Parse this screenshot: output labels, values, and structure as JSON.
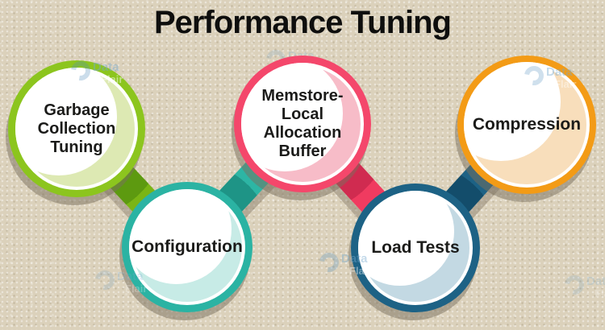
{
  "title": "Performance Tuning",
  "watermark": {
    "brand_top": "Data",
    "brand_bottom": "Flair"
  },
  "colors": {
    "background": "#dbd1bb",
    "title_text": "#0e0e0d",
    "node_text": "#1b1b19",
    "shadow": "rgba(122,111,93,0.5)"
  },
  "diagram": {
    "nodes": [
      {
        "id": "garbage-collection-tuning",
        "label": "Garbage Collection Tuning",
        "position": "top-left",
        "ring_color": "#8cc51e",
        "fill_color": "#dde9b3"
      },
      {
        "id": "configuration",
        "label": "Configuration",
        "position": "bottom-left",
        "ring_color": "#2bb3a3",
        "fill_color": "#c7ebe6"
      },
      {
        "id": "memstore-local-allocation-buffer",
        "label": "Memstore-Local Allocation Buffer",
        "position": "top-center",
        "ring_color": "#f4476b",
        "fill_color": "#f7bcc8"
      },
      {
        "id": "load-tests",
        "label": "Load Tests",
        "position": "bottom-right",
        "ring_color": "#1d6285",
        "fill_color": "#c3d9e3"
      },
      {
        "id": "compression",
        "label": "Compression",
        "position": "top-right",
        "ring_color": "#f39b16",
        "fill_color": "#f8debb"
      }
    ],
    "connectors": [
      {
        "from": "garbage-collection-tuning",
        "to": "configuration",
        "color": "#7ab515",
        "dark_color": "#5d9a10"
      },
      {
        "from": "configuration",
        "to": "memstore-local-allocation-buffer",
        "color": "#2db5a4",
        "dark_color": "#1e9486"
      },
      {
        "from": "memstore-local-allocation-buffer",
        "to": "load-tests",
        "color": "#f03b60",
        "dark_color": "#d02b50"
      },
      {
        "from": "load-tests",
        "to": "compression",
        "color": "#1d6285",
        "dark_color": "#134d6b"
      }
    ]
  }
}
